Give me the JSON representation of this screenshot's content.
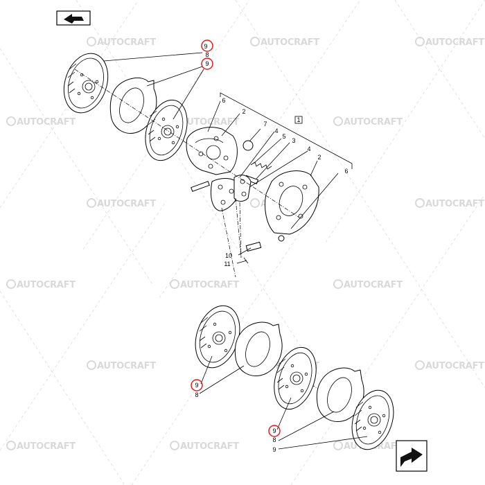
{
  "watermark": {
    "text": "AUTOCRAFT"
  },
  "nav": {
    "prev_icon": "arrow-back-icon",
    "next_icon": "arrow-forward-icon"
  },
  "callouts": {
    "top_9a": "9",
    "top_8": "8",
    "top_9b": "9",
    "assembly_1": "1",
    "p6a": "6",
    "p2a": "2",
    "p7": "7",
    "p4a": "4",
    "p5": "5",
    "p3": "3",
    "p4b": "4",
    "p2b": "2",
    "p6b": "6",
    "p10": "10",
    "p11": "11",
    "bot_9a": "9",
    "bot_8a": "8",
    "bot_9b": "9",
    "bot_8b": "8",
    "bot_9c": "9"
  },
  "colors": {
    "highlight": "#e11d1d",
    "watermark": "#d9d9d9"
  }
}
